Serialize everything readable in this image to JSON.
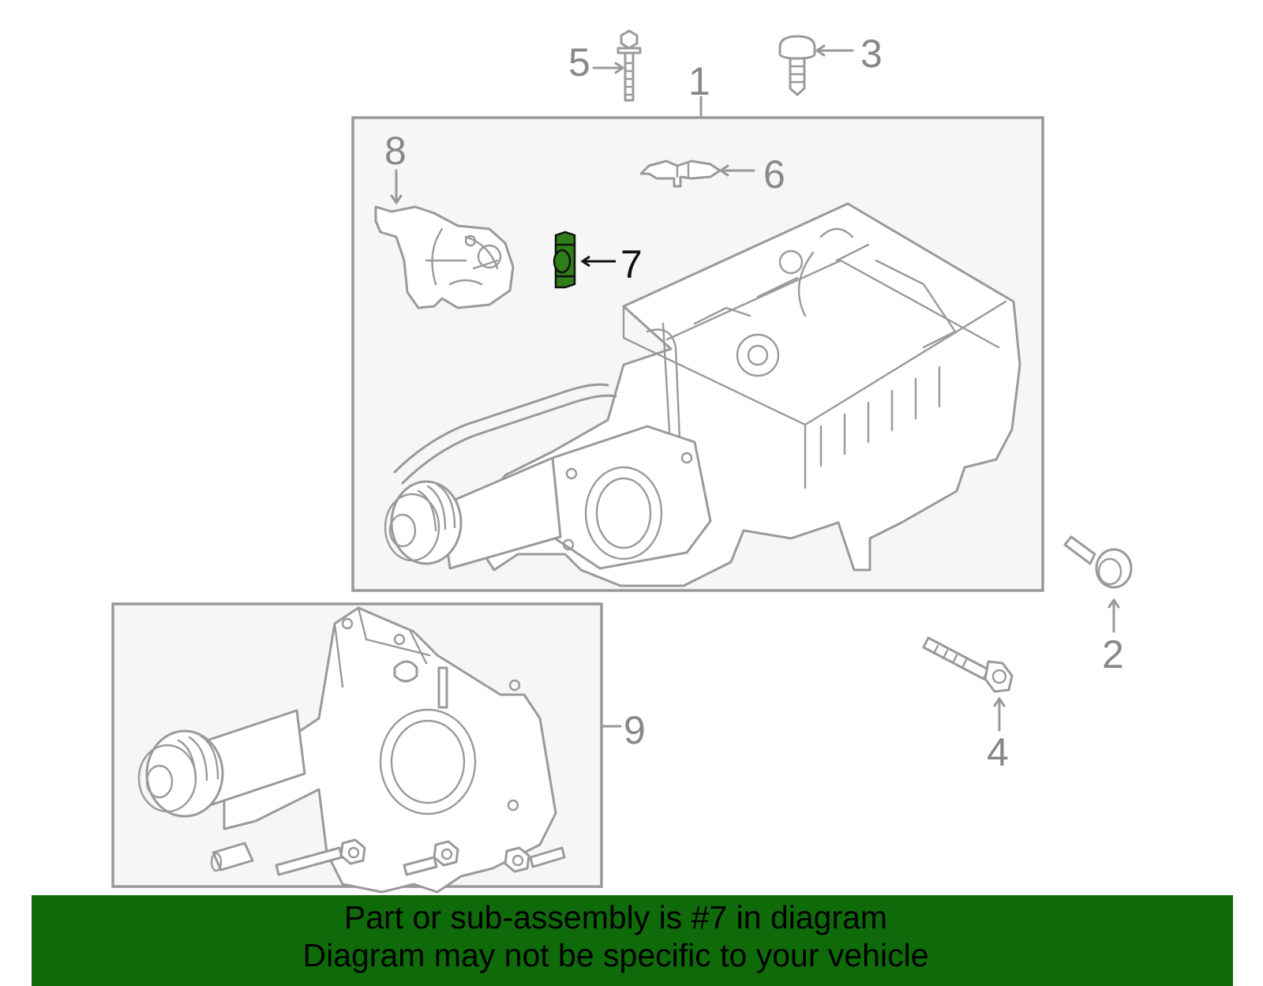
{
  "callouts": {
    "c1": "1",
    "c2": "2",
    "c3": "3",
    "c4": "4",
    "c5": "5",
    "c6": "6",
    "c7": "7",
    "c8": "8",
    "c9": "9"
  },
  "highlight": {
    "part_number": "7",
    "color": "#2e7d18"
  },
  "banner": {
    "line1": "Part or sub-assembly is #7 in diagram",
    "line2": "Diagram may not be specific to your vehicle",
    "background": "#0f6a0a"
  }
}
